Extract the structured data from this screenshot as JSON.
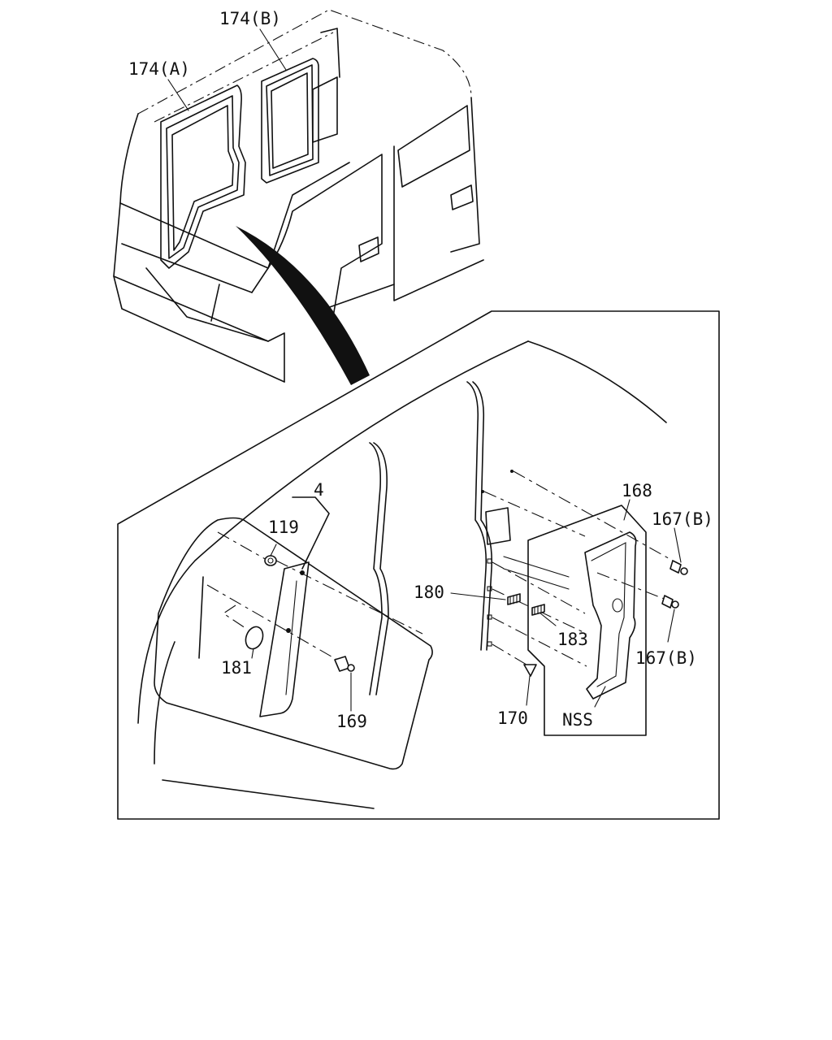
{
  "labels": {
    "l174a": "174(A)",
    "l174b": "174(B)",
    "l4": "4",
    "l119": "119",
    "l181": "181",
    "l169": "169",
    "l168": "168",
    "l167b_top": "167(B)",
    "l167b_bottom": "167(B)",
    "l180": "180",
    "l183": "183",
    "l170": "170",
    "lnss": "NSS"
  }
}
